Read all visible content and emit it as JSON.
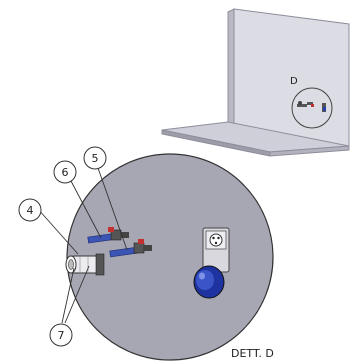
{
  "detail": {
    "marker_label": "D",
    "caption": "DETT. D"
  },
  "callouts": [
    "6",
    "5",
    "4",
    "7"
  ],
  "colors": {
    "wall_face": "#d7d7e0",
    "wall_edge": "#9a9aa6",
    "detail_fill": "#a9a9b6",
    "socket_blue": "#2a3fa8",
    "pipe_blue": "#3a55b4",
    "valve_red": "#c23030",
    "line": "#333333"
  },
  "icons": {
    "socket": "industrial-socket-icon",
    "valve": "ball-valve-icon",
    "connector": "hose-connector-icon"
  }
}
